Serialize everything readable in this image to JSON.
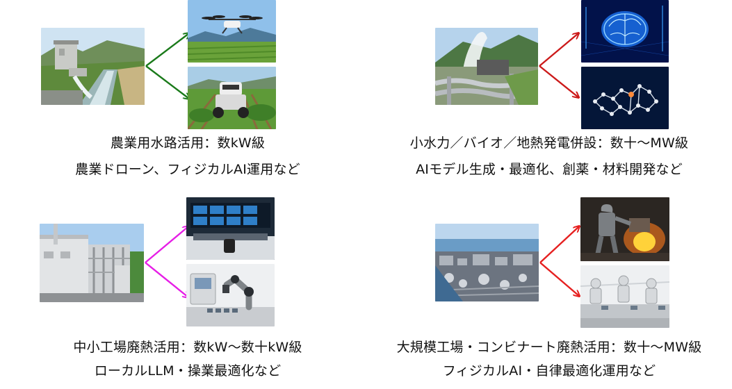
{
  "panels": [
    {
      "title": "農業用水路活用：数kW級",
      "subtitle": "農業ドローン、フィジカルAI運用など",
      "arrow_color": "#1a7a1a",
      "main_image": "irrigation-canal-hydro-image",
      "targets": [
        "agricultural-drone-image",
        "farm-robot-image"
      ]
    },
    {
      "title": "小水力／バイオ／地熱発電併設：数十～MW級",
      "subtitle": "AIモデル生成・最適化、創薬・材料開発など",
      "arrow_color": "#cc1a1a",
      "main_image": "geothermal-plant-image",
      "targets": [
        "ai-brain-image",
        "molecule-structure-image"
      ]
    },
    {
      "title": "中小工場廃熱活用：数kW～数十kW級",
      "subtitle": "ローカルLLM・操業最適化など",
      "arrow_color": "#e61ee6",
      "main_image": "small-factory-image",
      "targets": [
        "control-room-image",
        "robot-arm-image"
      ]
    },
    {
      "title": "大規模工場・コンビナート廃熱活用：数十～MW級",
      "subtitle": "フィジカルAI・自律最適化運用など",
      "arrow_color": "#e62020",
      "main_image": "industrial-complex-image",
      "targets": [
        "foundry-robot-image",
        "assembly-line-robots-image"
      ]
    }
  ]
}
